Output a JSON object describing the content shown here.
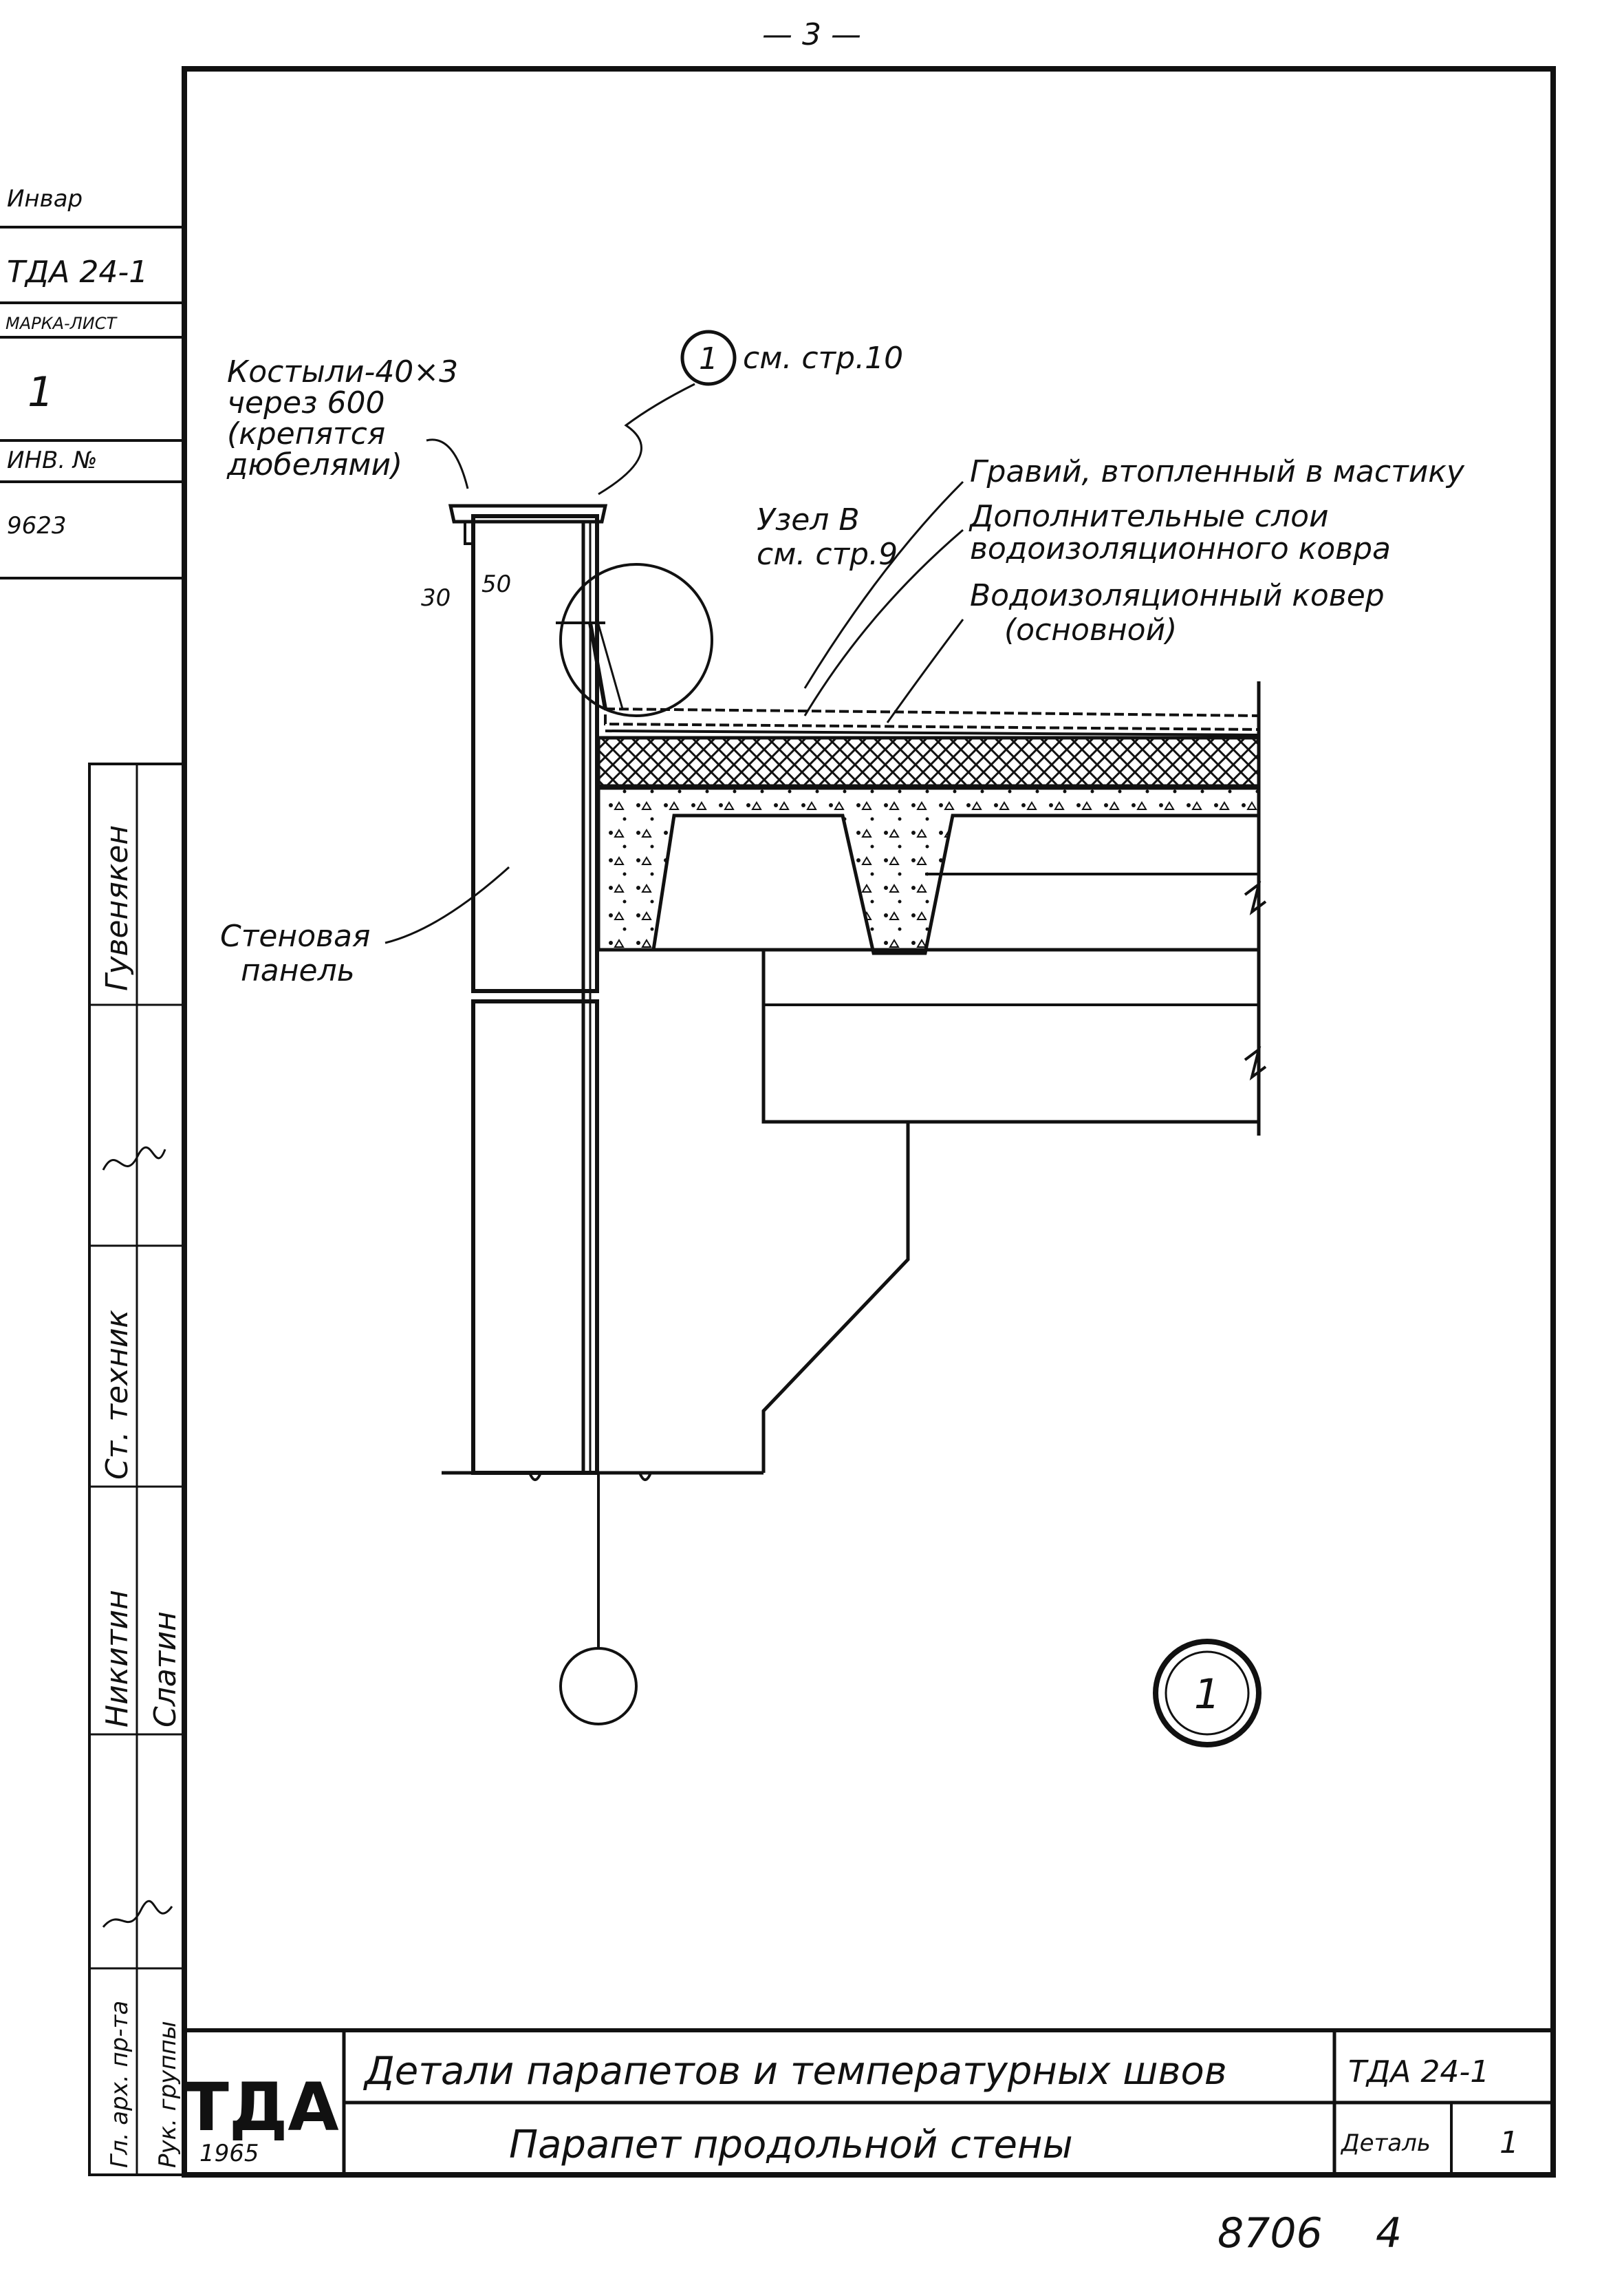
{
  "page_number": "— 3 —",
  "stamp": {
    "label_top": "Инвар",
    "series": "ТДА 24-1",
    "sheet_label": "МАРКА-ЛИСТ",
    "sheet_no": "1",
    "inv_label": "ИНВ. №",
    "inv_no": "9623"
  },
  "side_signatures": [
    {
      "role": "Ст. техник",
      "name": "Гувенякен"
    },
    {
      "role": "Никитин",
      "name": "Слатин"
    },
    {
      "role": "Гл. арх. пр-та",
      "name": ""
    },
    {
      "role": "Рук. группы",
      "name": ""
    }
  ],
  "callouts": {
    "kostyli": [
      "Костыли-40×3",
      "через 600",
      "(крепятся",
      "дюбелями)"
    ],
    "ref1_num": "1",
    "ref1_text": "см. стр.10",
    "uzel": [
      "Узел В",
      "см. стр.9"
    ],
    "dim_30": "30",
    "dim_50": "50",
    "layer1": "Гравий, втопленный в мастику",
    "layer2": [
      "Дополнительные слои",
      "водоизоляционного ковра"
    ],
    "layer3": [
      "Водоизоляционный ковер",
      "(основной)"
    ],
    "wall": [
      "Стеновая",
      "панель"
    ],
    "detail_num": "1"
  },
  "title_block": {
    "logo": "ТДА",
    "year": "1965",
    "title": "Детали парапетов и температурных швов",
    "subtitle": "Парапет продольной стены",
    "series": "ТДА 24-1",
    "detail_label": "Деталь",
    "detail_no": "1"
  },
  "footer_code": "8706",
  "footer_page": "4",
  "colors": {
    "ink": "#111111",
    "paper": "#ffffff"
  }
}
